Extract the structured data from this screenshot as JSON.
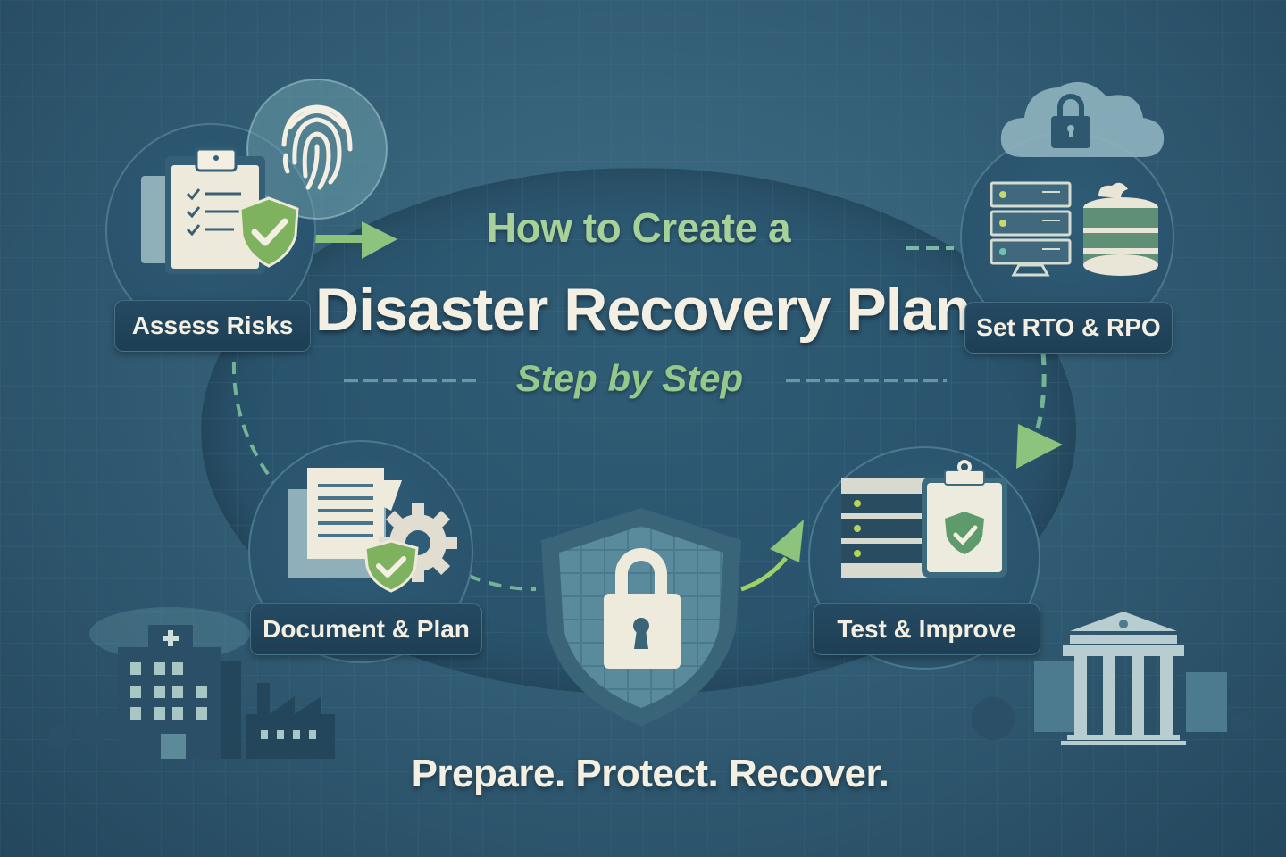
{
  "header": {
    "pretitle": "How to Create a",
    "title": "Disaster Recovery Plan",
    "subtitle": "Step by Step"
  },
  "steps": [
    {
      "label": "Assess Risks",
      "icons": [
        "clipboard-checklist-icon",
        "shield-check-icon",
        "fingerprint-icon"
      ]
    },
    {
      "label": "Set RTO & RPO",
      "icons": [
        "cloud-lock-icon",
        "server-rack-icon",
        "database-icon"
      ]
    },
    {
      "label": "Document & Plan",
      "icons": [
        "document-icon",
        "gear-icon",
        "shield-check-icon"
      ]
    },
    {
      "label": "Test & Improve",
      "icons": [
        "server-rack-icon",
        "clipboard-shield-icon"
      ]
    }
  ],
  "center_icon": "shield-lock-icon",
  "tagline": "Prepare. Protect. Recover.",
  "decor": {
    "left_buildings": [
      "hospital-icon",
      "factory-icon"
    ],
    "right_buildings": [
      "bank-icon"
    ]
  },
  "colors": {
    "background": "#305a72",
    "accent_green": "#8cc47e",
    "title_white": "#f3efe2",
    "label_bg": "#1e3f55"
  }
}
